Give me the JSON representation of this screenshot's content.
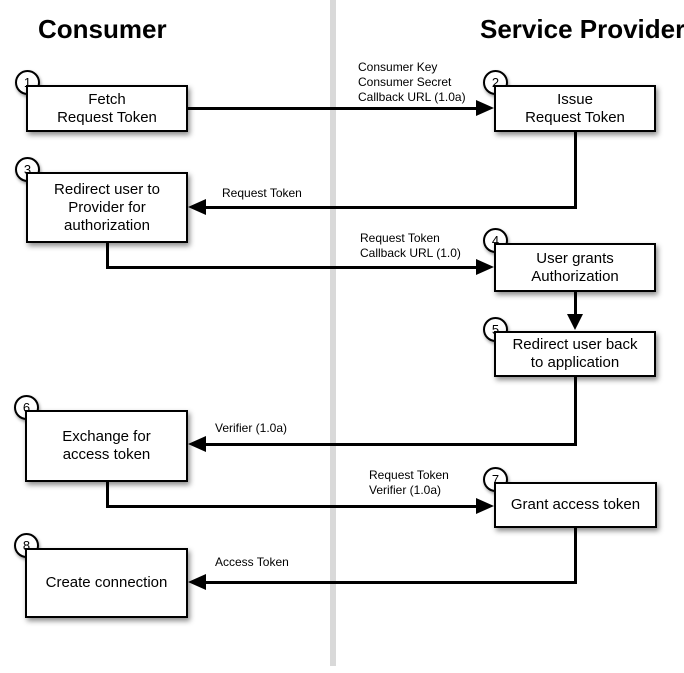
{
  "headers": {
    "left": "Consumer",
    "right": "Service Provider"
  },
  "colors": {
    "line": "#000000",
    "divider": "#d9d9d9",
    "box_fill": "#ffffff"
  },
  "nodes": [
    {
      "num": "1",
      "label": "Fetch\nRequest Token"
    },
    {
      "num": "2",
      "label": "Issue\nRequest Token"
    },
    {
      "num": "3",
      "label": "Redirect user to\nProvider for\nauthorization"
    },
    {
      "num": "4",
      "label": "User grants\nAuthorization"
    },
    {
      "num": "5",
      "label": "Redirect user back\nto application"
    },
    {
      "num": "6",
      "label": "Exchange for\naccess token"
    },
    {
      "num": "7",
      "label": "Grant access token"
    },
    {
      "num": "8",
      "label": "Create connection"
    }
  ],
  "edge_labels": {
    "e1": "Consumer Key\nConsumer Secret\nCallback URL (1.0a)",
    "e2": "Request Token",
    "e3": "Request Token\nCallback URL (1.0)",
    "e5": "Verifier (1.0a)",
    "e6": "Request Token\nVerifier (1.0a)",
    "e7": "Access Token"
  }
}
